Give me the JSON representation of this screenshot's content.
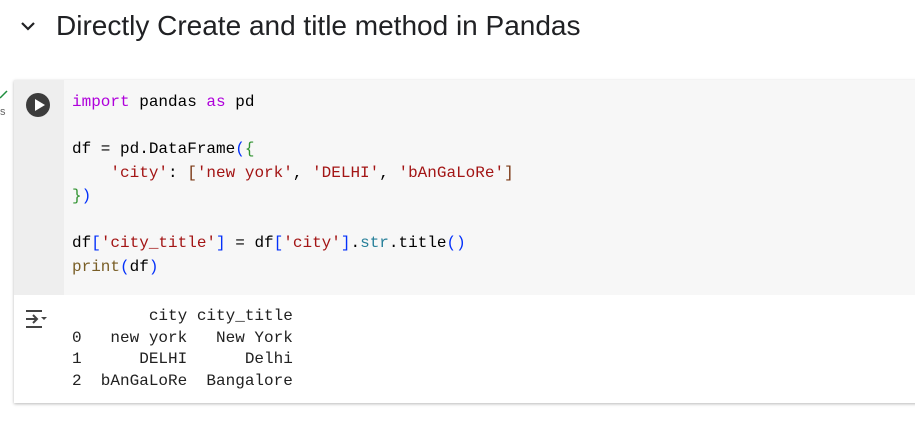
{
  "section": {
    "title": "Directly Create and title method in Pandas",
    "icon": "chevron-down-icon"
  },
  "cell": {
    "exec_hint": "s",
    "code_lines": [
      [
        [
          "import",
          "kw"
        ],
        [
          " pandas ",
          ""
        ],
        [
          "as",
          "kw"
        ],
        [
          " pd",
          ""
        ]
      ],
      [],
      [
        [
          "df = pd.DataFrame",
          ""
        ],
        [
          "(",
          "b1"
        ],
        [
          "{",
          "b2"
        ]
      ],
      [
        [
          "    ",
          ""
        ],
        [
          "'city'",
          "str"
        ],
        [
          ": ",
          ""
        ],
        [
          "[",
          "b3"
        ],
        [
          "'new york'",
          "str"
        ],
        [
          ", ",
          ""
        ],
        [
          "'DELHI'",
          "str"
        ],
        [
          ", ",
          ""
        ],
        [
          "'bAnGaLoRe'",
          "str"
        ],
        [
          "]",
          "b3"
        ]
      ],
      [
        [
          "}",
          "b2"
        ],
        [
          ")",
          "b1"
        ]
      ],
      [],
      [
        [
          "df",
          ""
        ],
        [
          "[",
          "b1"
        ],
        [
          "'city_title'",
          "str"
        ],
        [
          "]",
          "b1"
        ],
        [
          " = df",
          ""
        ],
        [
          "[",
          "b1"
        ],
        [
          "'city'",
          "str"
        ],
        [
          "]",
          "b1"
        ],
        [
          ".",
          ""
        ],
        [
          "str",
          "ty"
        ],
        [
          ".title",
          ""
        ],
        [
          "()",
          "b1"
        ]
      ],
      [
        [
          "print",
          "fn"
        ],
        [
          "(",
          "b1"
        ],
        [
          "df",
          ""
        ],
        [
          ")",
          "b1"
        ]
      ]
    ],
    "output": "        city city_title\n0   new york   New York\n1      DELHI      Delhi\n2  bAnGaLoRe  Bangalore"
  },
  "colors": {
    "keyword": "#af00db",
    "string": "#a31515",
    "bracket": "#0431fa"
  }
}
